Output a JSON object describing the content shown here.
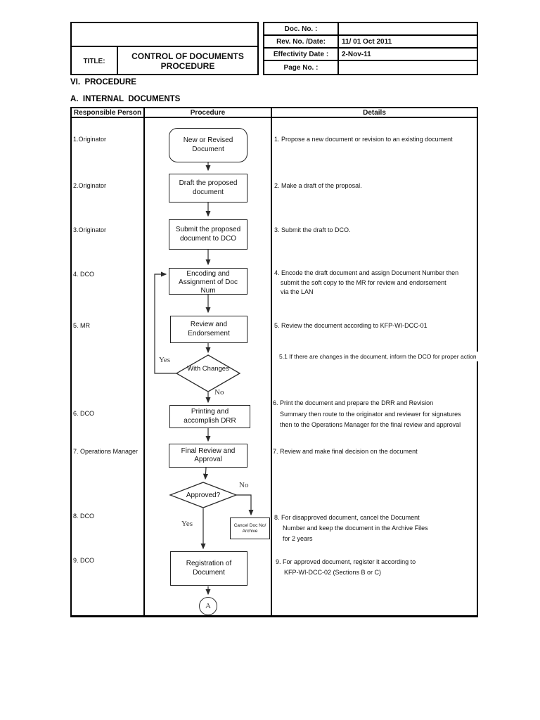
{
  "header": {
    "title_label": "TITLE:",
    "title": "CONTROL OF DOCUMENTS PROCEDURE",
    "fields": [
      {
        "label": "Doc. No. :",
        "value": ""
      },
      {
        "label": "Rev. No. /Date:",
        "value": "11/ 01 Oct 2011"
      },
      {
        "label": "Effectivity Date :",
        "value": "2-Nov-11"
      },
      {
        "label": "Page No. :",
        "value": ""
      }
    ]
  },
  "sections": {
    "heading1": "VI.  PROCEDURE",
    "heading2": "A.  INTERNAL  DOCUMENTS"
  },
  "table": {
    "columns": [
      "Responsible Person",
      "Procedure",
      "Details"
    ]
  },
  "rows": [
    {
      "person": "1.Originator",
      "lines": [
        "1. Propose a new document or revision to an existing document"
      ]
    },
    {
      "person": "2.Originator",
      "lines": [
        "2. Make a draft of the proposal."
      ]
    },
    {
      "person": "3.Originator",
      "lines": [
        "3. Submit the draft to DCO."
      ]
    },
    {
      "person": "4. DCO",
      "lines": [
        "4. Encode the draft document and assign Document Number then",
        "submit the soft copy to the MR for review and endorsement",
        "via the LAN"
      ]
    },
    {
      "person": "5. MR",
      "lines": [
        "5. Review the document according to KFP-WI-DCC-01"
      ],
      "note": "5.1  If there are changes in the document, inform the DCO for proper action"
    },
    {
      "person": "6. DCO",
      "lines": [
        "6. Print the document and prepare the DRR and Revision",
        "Summary then route to the originator and reviewer for signatures",
        "then to the Operations Manager for the final review and approval"
      ]
    },
    {
      "person": "7. Operations Manager",
      "lines": [
        "7. Review and make final decision on the document"
      ]
    },
    {
      "person": "8. DCO",
      "lines": [
        "8. For disapproved document, cancel the Document",
        "Number and keep the document in the Archive Files",
        "for 2 years"
      ]
    },
    {
      "person": "9. DCO",
      "lines": [
        "9. For approved document, register it according to",
        "KFP-WI-DCC-02 (Sections B or C)"
      ]
    }
  ],
  "flowchart": {
    "nodes": {
      "start": "New or Revised Document",
      "draft": "Draft the proposed document",
      "submit": "Submit the proposed document to DCO",
      "encoding": "Encoding and Assignment of Doc Num",
      "review": "Review and Endorsement",
      "with_changes": "With Changes",
      "printing": "Printing and accomplish DRR",
      "final_review": "Final Review and Approval",
      "approved": "Approved?",
      "cancel": "Cancel Doc No/ Archive",
      "registration": "Registration of Document",
      "connector": "A"
    },
    "labels": {
      "yes1": "Yes",
      "no1": "No",
      "no2": "No",
      "yes2": "Yes"
    }
  },
  "colors": {
    "line": "#2b2b2b",
    "border": "#000000",
    "text": "#111111"
  }
}
